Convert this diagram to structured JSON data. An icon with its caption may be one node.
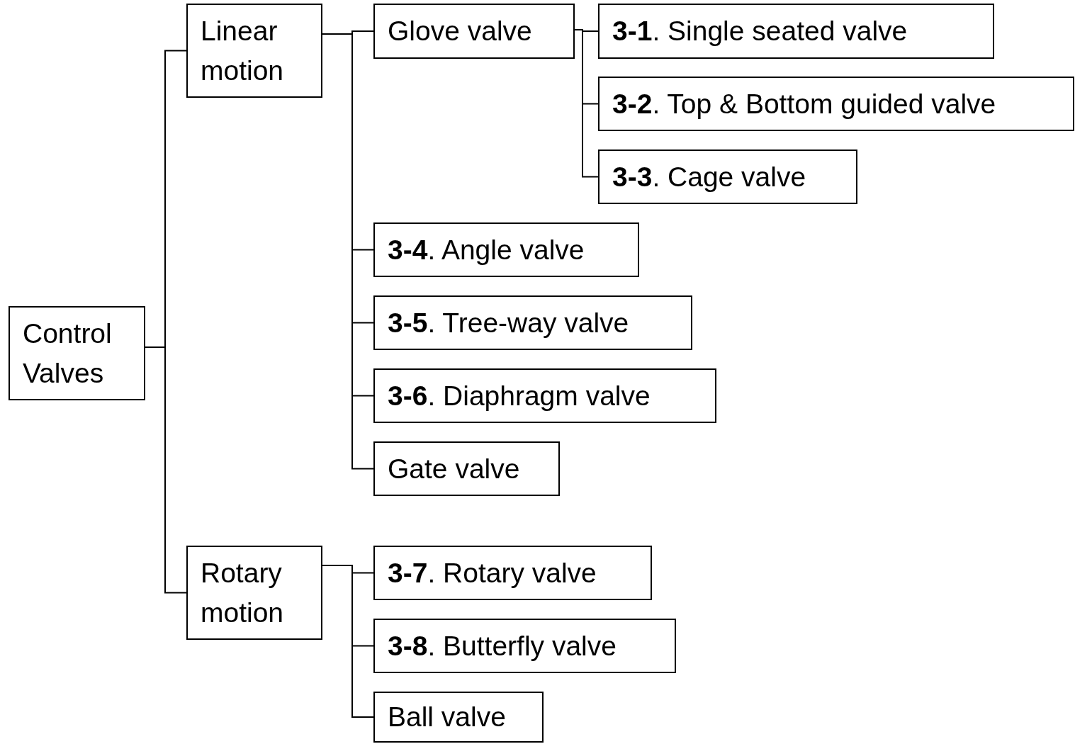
{
  "diagram": {
    "nodes": [
      {
        "text": [
          "Control Valves"
        ]
      },
      {
        "text": [
          "Linear motion"
        ]
      },
      {
        "text": [
          "Rotary motion"
        ]
      },
      {
        "text": [
          "Glove valve"
        ]
      },
      {
        "text": [
          "**3-1**. Single seated valve"
        ]
      },
      {
        "text": [
          "**3-2**. Top & Bottom guided valve"
        ]
      },
      {
        "text": [
          "**3-3**. Cage valve"
        ]
      },
      {
        "text": [
          "**3-4**. Angle valve"
        ]
      },
      {
        "text": [
          "**3-5**. Tree-way valve"
        ]
      },
      {
        "text": [
          "**3-6**. Diaphragm valve"
        ]
      },
      {
        "text": [
          "Gate valve"
        ]
      },
      {
        "text": [
          "**3-7**. Rotary valve"
        ]
      },
      {
        "text": [
          "**3-8**. Butterfly valve"
        ]
      },
      {
        "text": [
          "Ball valve"
        ]
      }
    ],
    "edges": [
      {
        "from": 0,
        "to": 1,
        "arrow": "none"
      },
      {
        "from": 0,
        "to": 2,
        "arrow": "none"
      },
      {
        "from": 1,
        "to": 3,
        "arrow": "none"
      },
      {
        "from": 3,
        "to": 4,
        "arrow": "none"
      },
      {
        "from": 3,
        "to": 5,
        "arrow": "none"
      },
      {
        "from": 3,
        "to": 6,
        "arrow": "none"
      },
      {
        "from": 1,
        "to": 7,
        "arrow": "none"
      },
      {
        "from": 1,
        "to": 8,
        "arrow": "none"
      },
      {
        "from": 1,
        "to": 9,
        "arrow": "none"
      },
      {
        "from": 1,
        "to": 10,
        "arrow": "none"
      },
      {
        "from": 2,
        "to": 11,
        "arrow": "none"
      },
      {
        "from": 2,
        "to": 12,
        "arrow": "none"
      },
      {
        "from": 2,
        "to": 13,
        "arrow": "none"
      }
    ]
  }
}
